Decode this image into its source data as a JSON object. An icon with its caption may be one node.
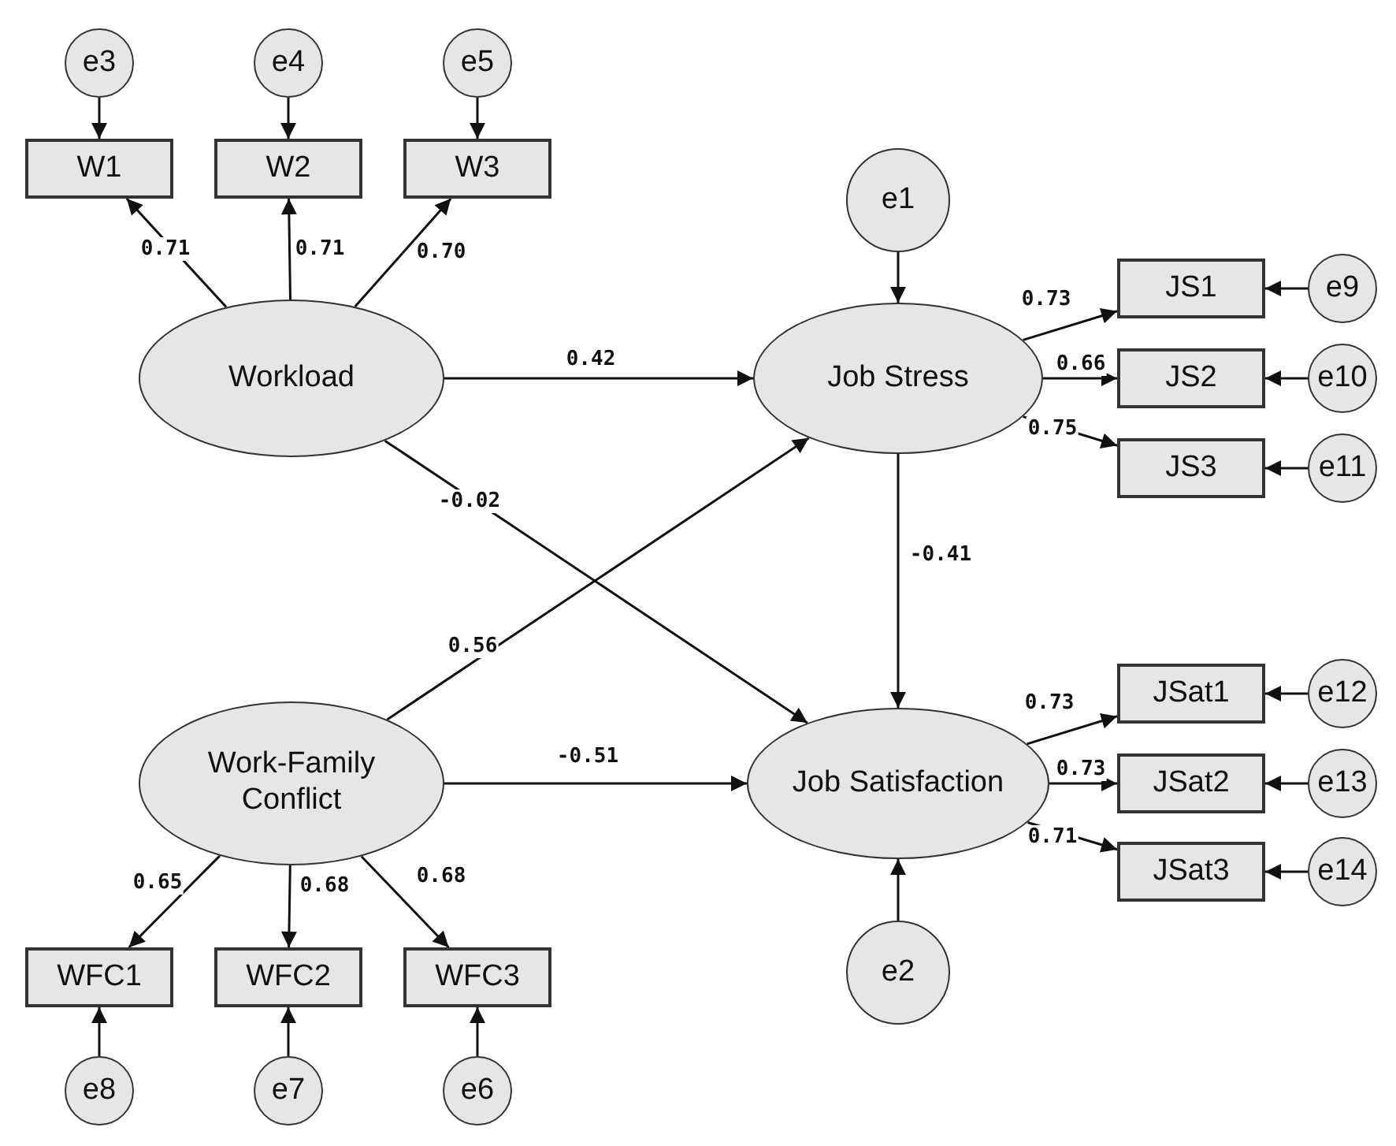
{
  "diagram": {
    "nodes": [
      {
        "text": [
          "e3"
        ]
      },
      {
        "text": [
          "e4"
        ]
      },
      {
        "text": [
          "e5"
        ]
      },
      {
        "text": [
          "W1"
        ]
      },
      {
        "text": [
          "W2"
        ]
      },
      {
        "text": [
          "W3"
        ]
      },
      {
        "text": [
          "e1"
        ]
      },
      {
        "text": [
          "Workload"
        ]
      },
      {
        "text": [
          "Job Stress"
        ]
      },
      {
        "text": [
          "JS1"
        ]
      },
      {
        "text": [
          "e9"
        ]
      },
      {
        "text": [
          "JS2"
        ]
      },
      {
        "text": [
          "e10"
        ]
      },
      {
        "text": [
          "JS3"
        ]
      },
      {
        "text": [
          "e11"
        ]
      },
      {
        "text": [
          "Work-Family Conflict"
        ]
      },
      {
        "text": [
          "Job Satisfaction"
        ]
      },
      {
        "text": [
          "JSat1"
        ]
      },
      {
        "text": [
          "e12"
        ]
      },
      {
        "text": [
          "JSat2"
        ]
      },
      {
        "text": [
          "e13"
        ]
      },
      {
        "text": [
          "JSat3"
        ]
      },
      {
        "text": [
          "e14"
        ]
      },
      {
        "text": [
          "e2"
        ]
      },
      {
        "text": [
          "WFC1"
        ]
      },
      {
        "text": [
          "WFC2"
        ]
      },
      {
        "text": [
          "WFC3"
        ]
      },
      {
        "text": [
          "e8"
        ]
      },
      {
        "text": [
          "e7"
        ]
      },
      {
        "text": [
          "e6"
        ]
      }
    ],
    "edges": [
      {
        "from": 0,
        "to": 3,
        "arrow": "to"
      },
      {
        "from": 1,
        "to": 4,
        "arrow": "to"
      },
      {
        "from": 2,
        "to": 5,
        "arrow": "to"
      },
      {
        "from": 7,
        "to": 3,
        "arrow": "to",
        "label": "0.71"
      },
      {
        "from": 7,
        "to": 4,
        "arrow": "to",
        "label": "0.71"
      },
      {
        "from": 7,
        "to": 5,
        "arrow": "to",
        "label": "0.70"
      },
      {
        "from": 6,
        "to": 8,
        "arrow": "to"
      },
      {
        "from": 7,
        "to": 8,
        "arrow": "to",
        "label": "0.42"
      },
      {
        "from": 8,
        "to": 9,
        "arrow": "to",
        "label": "0.73"
      },
      {
        "from": 8,
        "to": 11,
        "arrow": "to",
        "label": "0.66"
      },
      {
        "from": 8,
        "to": 13,
        "arrow": "to",
        "label": "0.75"
      },
      {
        "from": 10,
        "to": 9,
        "arrow": "to"
      },
      {
        "from": 12,
        "to": 11,
        "arrow": "to"
      },
      {
        "from": 14,
        "to": 13,
        "arrow": "to"
      },
      {
        "from": 7,
        "to": 16,
        "arrow": "to",
        "label": "-0.02"
      },
      {
        "from": 15,
        "to": 8,
        "arrow": "to",
        "label": "0.56"
      },
      {
        "from": 8,
        "to": 16,
        "arrow": "to",
        "label": "-0.41"
      },
      {
        "from": 15,
        "to": 16,
        "arrow": "to",
        "label": "-0.51"
      },
      {
        "from": 16,
        "to": 17,
        "arrow": "to",
        "label": "0.73"
      },
      {
        "from": 16,
        "to": 19,
        "arrow": "to",
        "label": "0.73"
      },
      {
        "from": 16,
        "to": 21,
        "arrow": "to",
        "label": "0.71"
      },
      {
        "from": 18,
        "to": 17,
        "arrow": "to"
      },
      {
        "from": 20,
        "to": 19,
        "arrow": "to"
      },
      {
        "from": 22,
        "to": 21,
        "arrow": "to"
      },
      {
        "from": 23,
        "to": 16,
        "arrow": "to"
      },
      {
        "from": 15,
        "to": 24,
        "arrow": "to",
        "label": "0.65"
      },
      {
        "from": 15,
        "to": 25,
        "arrow": "to",
        "label": "0.68"
      },
      {
        "from": 15,
        "to": 26,
        "arrow": "to",
        "label": "0.68"
      },
      {
        "from": 27,
        "to": 24,
        "arrow": "to"
      },
      {
        "from": 28,
        "to": 25,
        "arrow": "to"
      },
      {
        "from": 29,
        "to": 26,
        "arrow": "to"
      }
    ]
  }
}
